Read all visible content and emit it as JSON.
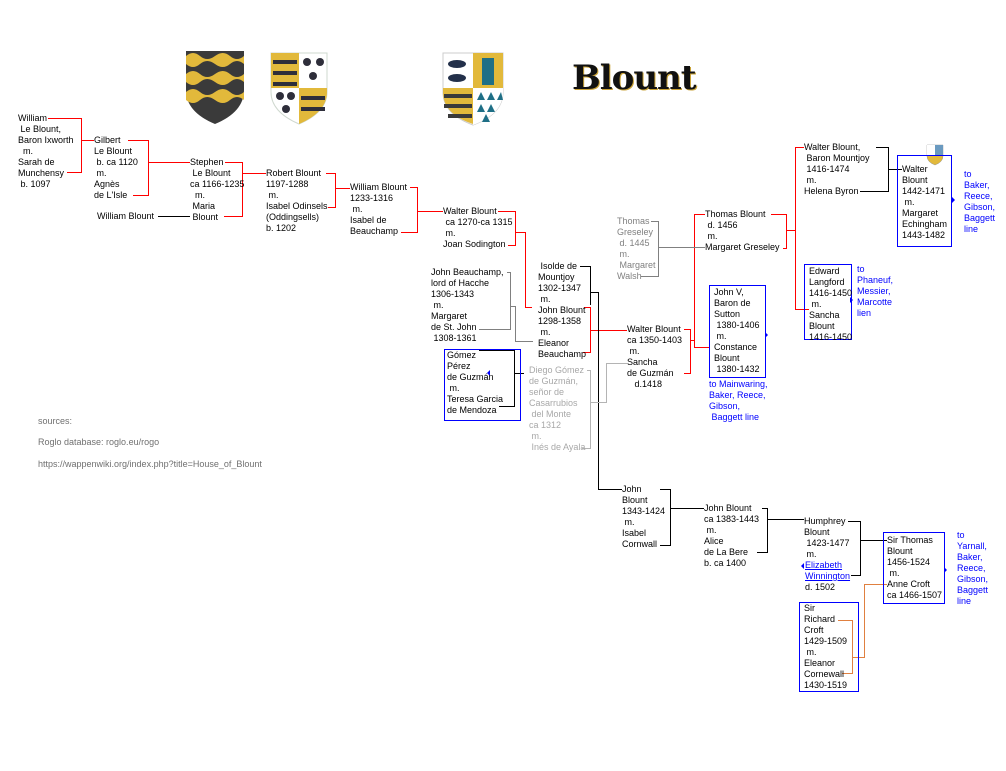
{
  "logo_text": "Blount",
  "people": {
    "william_le_blount": "William\n Le Blount,\nBaron Ixworth\n  m.\nSarah de\nMunchensy\n b. 1097",
    "gilbert": "Gilbert\nLe Blount\n b. ca 1120\n m.\nAgnès\nde L'Isle",
    "william_blount_left": "William Blount",
    "stephen": "Stephen\n Le Blount\nca 1166-1235\n  m.\n Maria\n Blount",
    "robert": "Robert Blount\n1197-1288\n m.\nIsabel Odinsels\n(Oddingsells)\nb. 1202",
    "william_1233": "William Blount\n1233-1316\n m.\nIsabel de\nBeauchamp",
    "walter_1270": "Walter Blount\n ca 1270-ca 1315\n m.\nJoan Sodington",
    "john_beauchamp": "John Beauchamp,\nlord of Hacche\n1306-1343\n m.\nMargaret\nde St. John\n 1308-1361",
    "isolde_john": " Isolde de\nMountjoy\n1302-1347\n m.\nJohn Blount\n1298-1358\n m.\nEleanor\nBeauchamp",
    "gomez": "Gómez\nPérez\nde Guzmán\n m.\nTeresa Garcia\nde Mendoza",
    "diego": "Diego Gómez\nde Guzmán,\nseñor de\nCasarrubios\n del Monte\nca 1312\n m.\n Inés de Ayala",
    "thomas_greseley": "Thomas\nGreseley\n d. 1445\n m.\n Margaret\nWalsh",
    "walter_1350": "Walter Blount\nca 1350-1403\n m.\nSancha\nde Guzmán\n   d.1418",
    "john_v": "John V,\nBaron de\nSutton\n 1380-1406\n m.\nConstance\nBlount\n 1380-1432",
    "thomas_blount": "Thomas Blount\n d. 1456\n m.\nMargaret Greseley",
    "walter_mountjoy": "Walter Blount,\n Baron Mountjoy\n 1416-1474\n m.\nHelena Byron",
    "walter_1442": "Walter\nBlount\n1442-1471\n m.\nMargaret\nEchingham\n1443-1482",
    "edward_langford": "Edward\nLangford\n1416-1450\n m.\nSancha\nBlount\n1416-1450",
    "john_1343": "John\nBlount\n1343-1424\n m.\nIsabel\nCornwall",
    "john_1383": "John Blount\nca 1383-1443\n m.\nAlice\nde La Bere\nb. ca 1400",
    "humphrey": "Humphrey\nBlount\n 1423-1477\n m.",
    "humphrey_wife": "Elizabeth\nWinnington",
    "humphrey_wife_death": "d. 1502",
    "sir_thomas": "Sir Thomas\nBlount\n1456-1524\n m.\nAnne Croft\nca 1466-1507",
    "sir_richard": "Sir\nRichard\nCroft\n1429-1509\n m.\nEleanor\nCornewall\n1430-1519"
  },
  "links": {
    "mainwaring": "to Mainwaring,\nBaker, Reece,\nGibson,\n Baggett line",
    "baker": "to\nBaker,\nReece,\nGibson,\nBaggett\nline",
    "phaneuf": "to\nPhaneuf,\nMessier,\nMarcotte\nlien",
    "yarnall": "to\nYarnall,\nBaker,\nReece,\nGibson,\nBaggett\nline"
  },
  "sources": {
    "label": "sources:",
    "roglo": "Roglo database: roglo.eu/rogo",
    "wappenwiki": "https://wappenwiki.org/index.php?title=House_of_Blount"
  },
  "colors": {
    "direct_line": "#ff0000",
    "branch": "#000000",
    "in_law": "#808080",
    "distant": "#b0b0b0",
    "croft": "#e08040",
    "link": "#0000ff"
  }
}
